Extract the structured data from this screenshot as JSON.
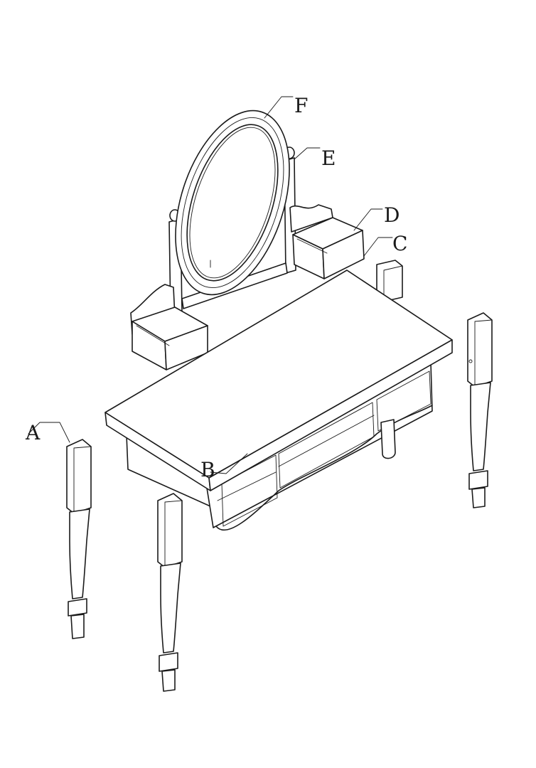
{
  "callouts": {
    "a": "A",
    "b": "B",
    "c": "C",
    "d": "D",
    "e": "E",
    "f": "F"
  },
  "colors": {
    "line": "#1a1a1a",
    "background": "#ffffff"
  }
}
